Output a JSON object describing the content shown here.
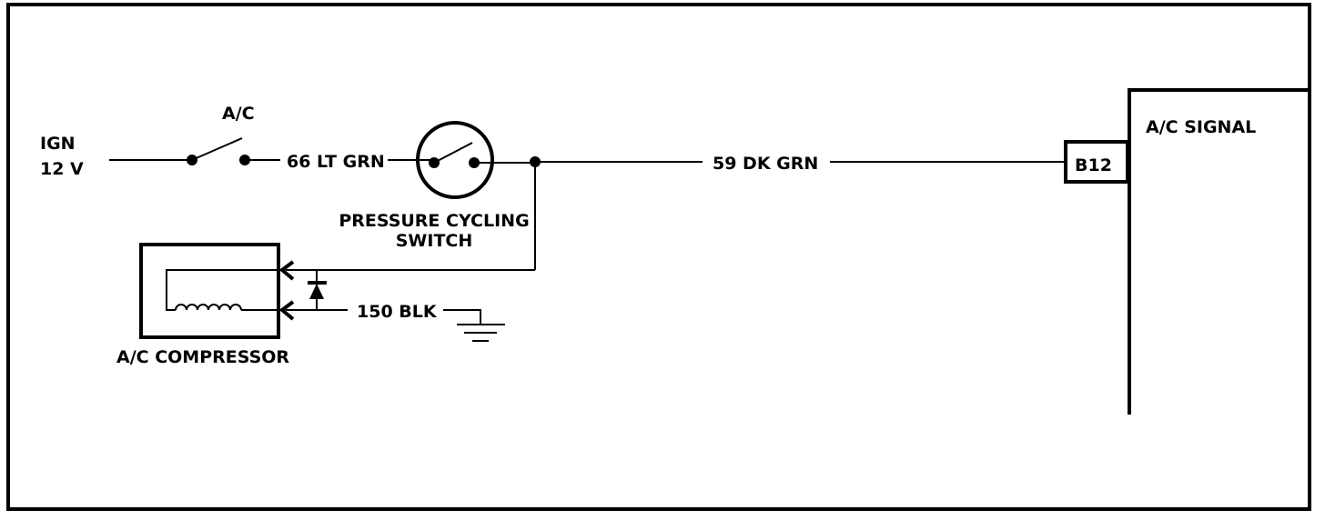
{
  "labels": {
    "ign": "IGN",
    "ign_voltage": "12 V",
    "ac_switch": "A/C",
    "wire_66": "66 LT GRN",
    "wire_59": "59 DK GRN",
    "pressure_switch_line1": "PRESSURE CYCLING",
    "pressure_switch_line2": "SWITCH",
    "wire_150": "150 BLK",
    "compressor": "A/C COMPRESSOR",
    "connector": "B12",
    "module_signal": "A/C SIGNAL"
  },
  "colors": {
    "line": "#000000",
    "background": "#ffffff"
  }
}
